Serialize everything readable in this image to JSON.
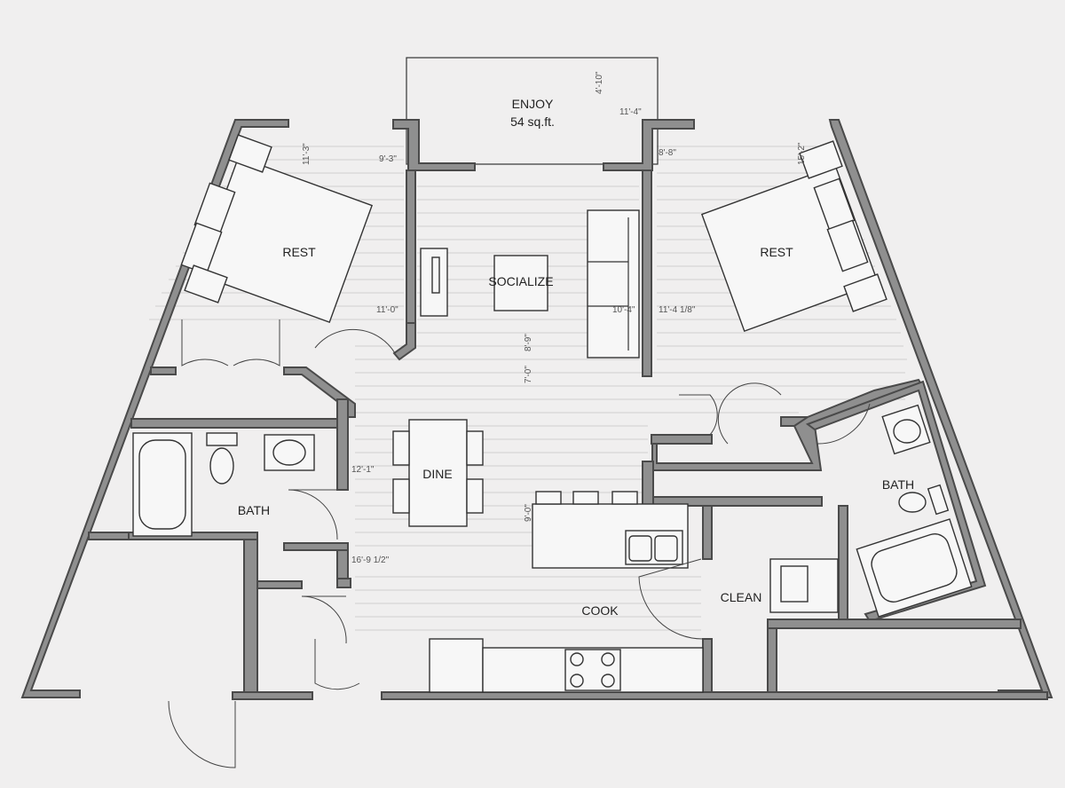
{
  "rooms": {
    "enjoy_label": "ENJOY",
    "enjoy_area": "54 sq.ft.",
    "rest_left": "REST",
    "rest_right": "REST",
    "socialize": "SOCIALIZE",
    "dine": "DINE",
    "bath_left": "BATH",
    "bath_right": "BATH",
    "cook": "COOK",
    "clean": "CLEAN"
  },
  "dimensions": {
    "enjoy_depth": "4'-10\"",
    "enjoy_width": "11'-4\"",
    "rest_left_depth": "11'-3\"",
    "rest_left_width": "9'-3\"",
    "rest_left_len": "11'-0\"",
    "rest_right_width": "8'-8\"",
    "rest_right_depth": "15'-2\"",
    "rest_right_len": "11'-4 1/8\"",
    "socialize_len": "10'-4\"",
    "socialize_depth": "8'-9\"",
    "hall_depth": "7'-0\"",
    "dine_width": "12'-1\"",
    "kitchen_depth": "9'-0\"",
    "kitchen_width": "16'-9 1/2\""
  },
  "colors": {
    "wall_fill": "#8f8f8f",
    "wall_stroke": "#4a4a4a",
    "background": "#f0efef"
  }
}
